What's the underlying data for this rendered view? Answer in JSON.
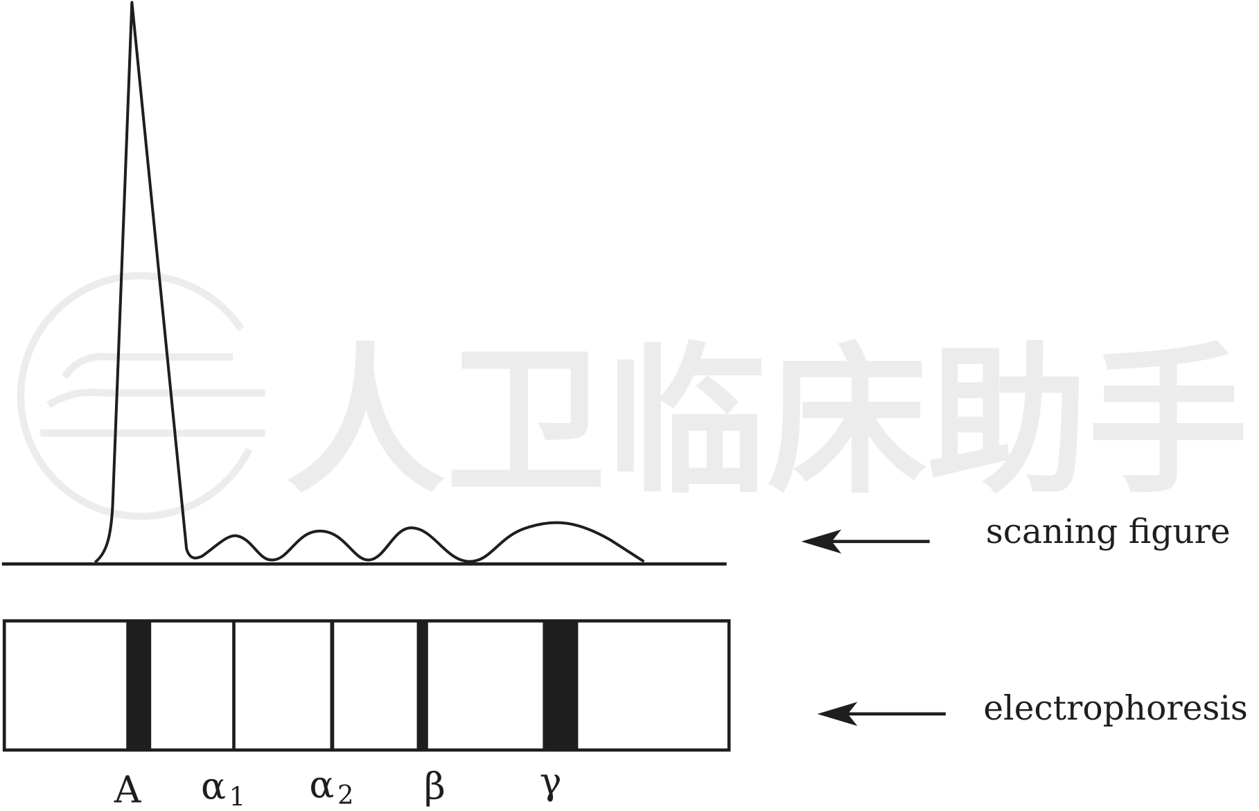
{
  "watermark": {
    "text": "人卫临床助手",
    "color": "#ebebeb"
  },
  "diagram": {
    "ink_color": "#1e1e1e",
    "scanning_label": "scaning figure",
    "electrophoresis_label": "electrophoresis",
    "bands": [
      {
        "name": "A",
        "label": "A",
        "sub": ""
      },
      {
        "name": "alpha1",
        "label": "α",
        "sub": "1"
      },
      {
        "name": "alpha2",
        "label": "α",
        "sub": "2"
      },
      {
        "name": "beta",
        "label": "β",
        "sub": ""
      },
      {
        "name": "gamma",
        "label": "γ",
        "sub": ""
      }
    ]
  }
}
